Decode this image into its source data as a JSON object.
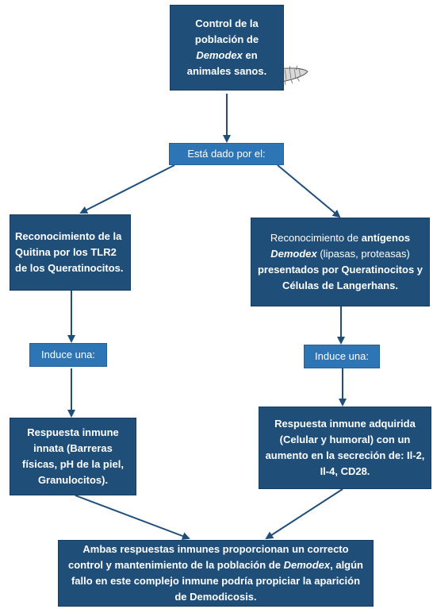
{
  "top": {
    "line1": "Control de la",
    "line2": "población de",
    "line3_italic": "Demodex",
    "line3_rest": " en",
    "line4": "animales sanos."
  },
  "mite_icon": "demodex-mite-icon",
  "connector": "Está dado por el:",
  "left": {
    "title": "Reconocimiento de la Quitina por los TLR2 de los Queratinocitos.",
    "induce": "Induce una:",
    "response": "Respuesta inmune innata (Barreras físicas, pH de la piel, Granulocitos)."
  },
  "right": {
    "title_pre": "Reconocimiento de ",
    "title_bold": "antígenos",
    "title_italic": "Demodex",
    "title_paren": " (lipasas, proteasas)",
    "title_rest": "presentados por Queratinocitos y Células de Langerhans.",
    "induce": "Induce una:",
    "response": "Respuesta inmune adquirida (Celular y humoral) con un aumento en la secreción de: Il-2, Il-4, CD28."
  },
  "bottom": {
    "text1": "Ambas respuestas inmunes proporcionan un correcto control y mantenimiento de la población de ",
    "italic": "Demodex",
    "text2": ", algún fallo en este complejo inmune podría propiciar la aparición de Demodicosis."
  },
  "colors": {
    "box_dark": "#1f4e79",
    "box_label": "#2e75b6",
    "arrow": "#1f4e79"
  }
}
